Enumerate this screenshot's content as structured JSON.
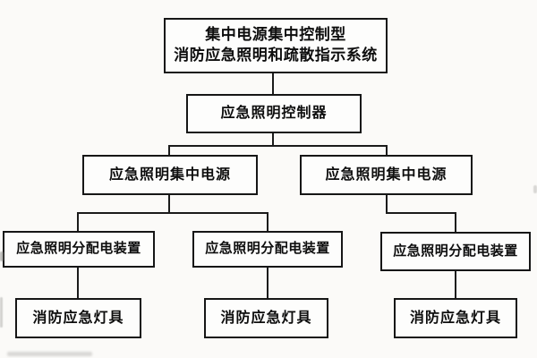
{
  "diagram": {
    "colors": {
      "background": "#fbfaf8",
      "box_fill": "#fdfdfc",
      "box_border": "#161616",
      "line": "#1b1b1b",
      "text": "#0e0e0e"
    },
    "nodes": {
      "system": {
        "lines": [
          "集中电源集中控制型",
          "消防应急照明和疏散指示系统"
        ]
      },
      "controller": {
        "label": "应急照明控制器"
      },
      "central_power_left": {
        "label": "应急照明集中电源"
      },
      "central_power_right": {
        "label": "应急照明集中电源"
      },
      "distribution_left": {
        "label": "应急照明分配电装置"
      },
      "distribution_middle": {
        "label": "应急照明分配电装置"
      },
      "distribution_right": {
        "label": "应急照明分配电装置"
      },
      "lamp_left": {
        "label": "消防应急灯具"
      },
      "lamp_middle": {
        "label": "消防应急灯具"
      },
      "lamp_right": {
        "label": "消防应急灯具"
      }
    }
  }
}
